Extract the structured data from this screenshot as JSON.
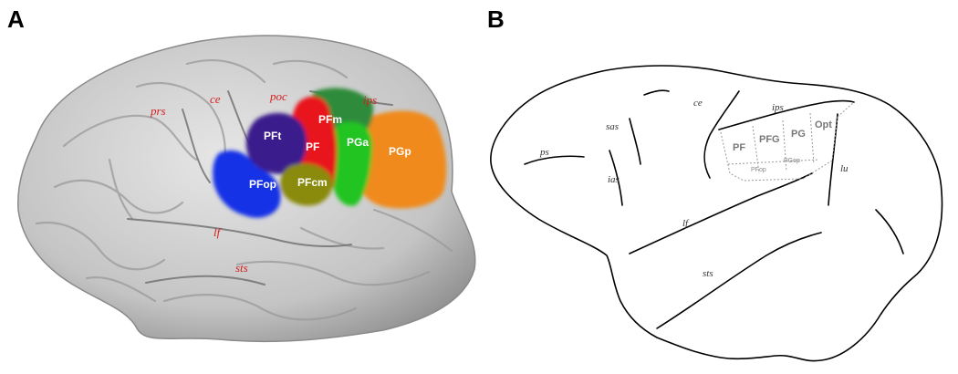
{
  "panel_a": {
    "letter": "A",
    "sulci": [
      "prs",
      "ce",
      "poc",
      "ips",
      "lf",
      "sts"
    ],
    "areas": [
      "PFt",
      "PFm",
      "PF",
      "PGa",
      "PGp",
      "PFop",
      "PFcm"
    ],
    "colors": {
      "brain": "#c8c8c8",
      "PFt": "#3a1d8c",
      "PFm": "#2e8b3a",
      "PF": "#e8141c",
      "PGa": "#22c422",
      "PGp": "#f08a1a",
      "PFop": "#1530e6",
      "PFcm": "#8a8a10",
      "label_red": "#d42020"
    }
  },
  "panel_b": {
    "letter": "B",
    "sulci": [
      "ce",
      "ips",
      "sas",
      "ps",
      "ias",
      "lf",
      "lu",
      "sts"
    ],
    "areas": [
      "PF",
      "PFG",
      "PG",
      "Opt",
      "PFop",
      "PGop"
    ]
  }
}
